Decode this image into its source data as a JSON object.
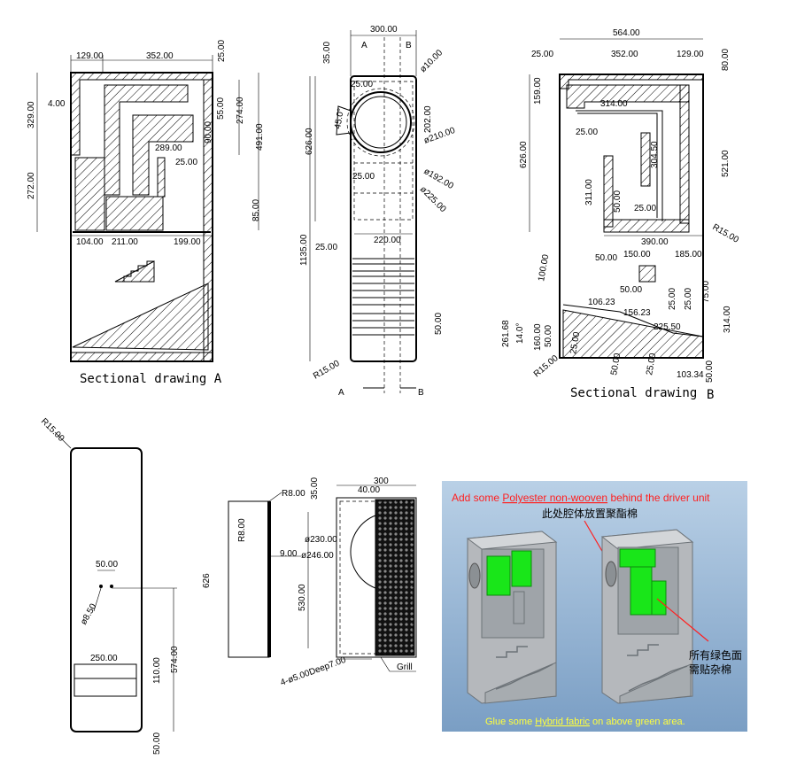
{
  "captions": {
    "a": "Sectional drawing A",
    "b_prefix": "Sectional drawing",
    "b_letter": "B"
  },
  "section_marks": {
    "a": "A",
    "b": "B"
  },
  "dims_a": [
    "129.00",
    "352.00",
    "25.00",
    "329.00",
    "4.00",
    "55.00",
    "274.00",
    "491.00",
    "90.00",
    "289.00",
    "25.00",
    "272.00",
    "85.00",
    "104.00",
    "211.00",
    "199.00"
  ],
  "dims_front": [
    "300.00",
    "35.00",
    "25.00",
    "ø10.00",
    "202.00",
    "45.0°",
    "626.00",
    "ø210.00",
    "ø192.00",
    "ø225.00",
    "25.00",
    "1135.00",
    "25.00",
    "220.00",
    "50.00",
    "R15.00"
  ],
  "dims_b": [
    "564.00",
    "25.00",
    "352.00",
    "129.00",
    "80.00",
    "159.00",
    "314.00",
    "25.00",
    "304.50",
    "521.00",
    "626.00",
    "311.00",
    "50.00",
    "25.00",
    "390.00",
    "R15.00",
    "150.00",
    "185.00",
    "50.00",
    "50.00",
    "100.00",
    "106.23",
    "156.23",
    "25.00",
    "75.00",
    "314.00",
    "25.00",
    "261.68",
    "14.0°",
    "160.00",
    "50.00",
    "225.50",
    "R15.00",
    "25.00",
    "50.00",
    "25.00",
    "103.34",
    "50.00"
  ],
  "dims_back": [
    "R15.00",
    "50.00",
    "ø8.50",
    "250.00",
    "110.00",
    "574.00",
    "50.00"
  ],
  "dims_grill": [
    "300",
    "40.00",
    "35.00",
    "R8.00",
    "R8.00",
    "626",
    "9.00",
    "ø230.00",
    "ø246.00",
    "530.00",
    "4-ø5.00Deep7.00",
    "Grill"
  ],
  "info_panel": {
    "top_en_prefix": "Add some ",
    "top_en_link": "Polyester non-wooven",
    "top_en_suffix": " behind the driver unit",
    "top_cn": "此处腔体放置聚酯棉",
    "right_cn_1": "所有绿色面",
    "right_cn_2": "需贴杂棉",
    "bottom_en_prefix": "Glue some ",
    "bottom_en_link": "Hybrid fabric",
    "bottom_en_suffix": " on above green area.",
    "colors": {
      "background": "#a9c3dc",
      "red_text": "#ff2020",
      "yellow_text": "#ffff3c",
      "green_area": "#19e619",
      "box_grey": "#b5b8bc"
    }
  }
}
